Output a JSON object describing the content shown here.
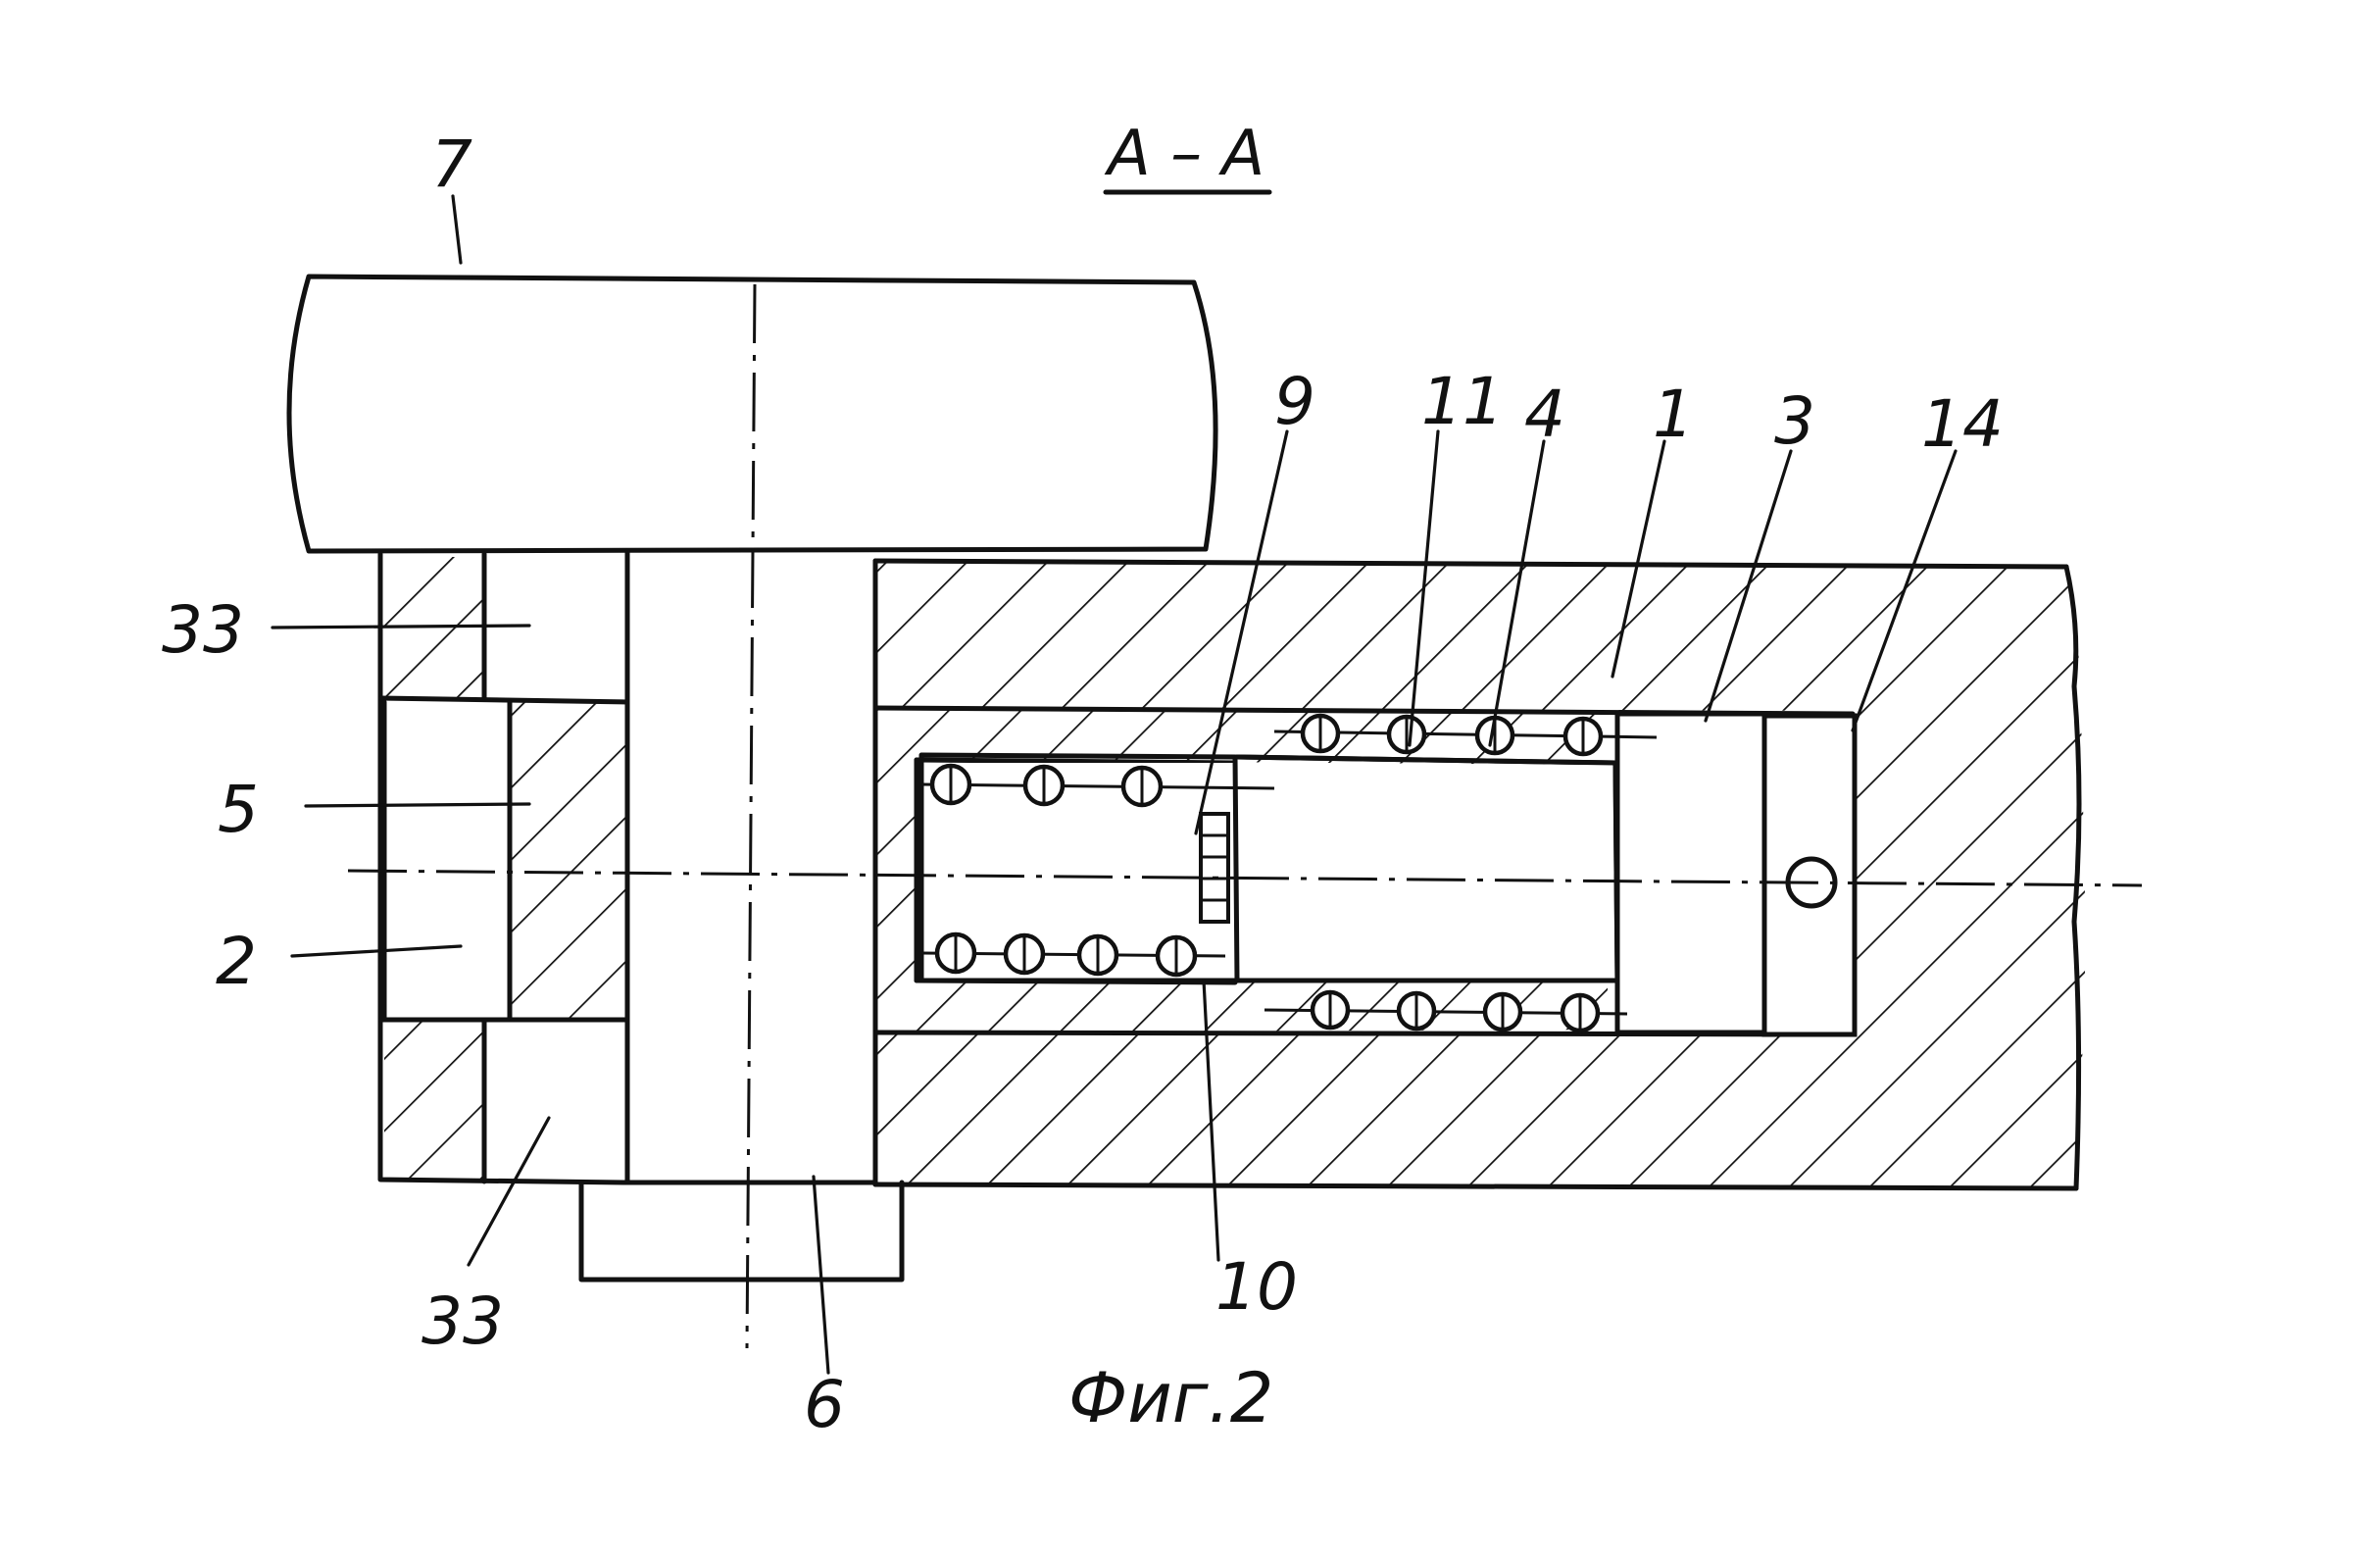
{
  "title": "А – А",
  "figure_caption": "Фиг.2",
  "labels": {
    "l7": "7",
    "l9": "9",
    "l11": "11",
    "l4": "4",
    "l1": "1",
    "l3": "3",
    "l14": "14",
    "l33a": "33",
    "l5": "5",
    "l2": "2",
    "l33b": "33",
    "l10": "10",
    "l6": "6"
  }
}
